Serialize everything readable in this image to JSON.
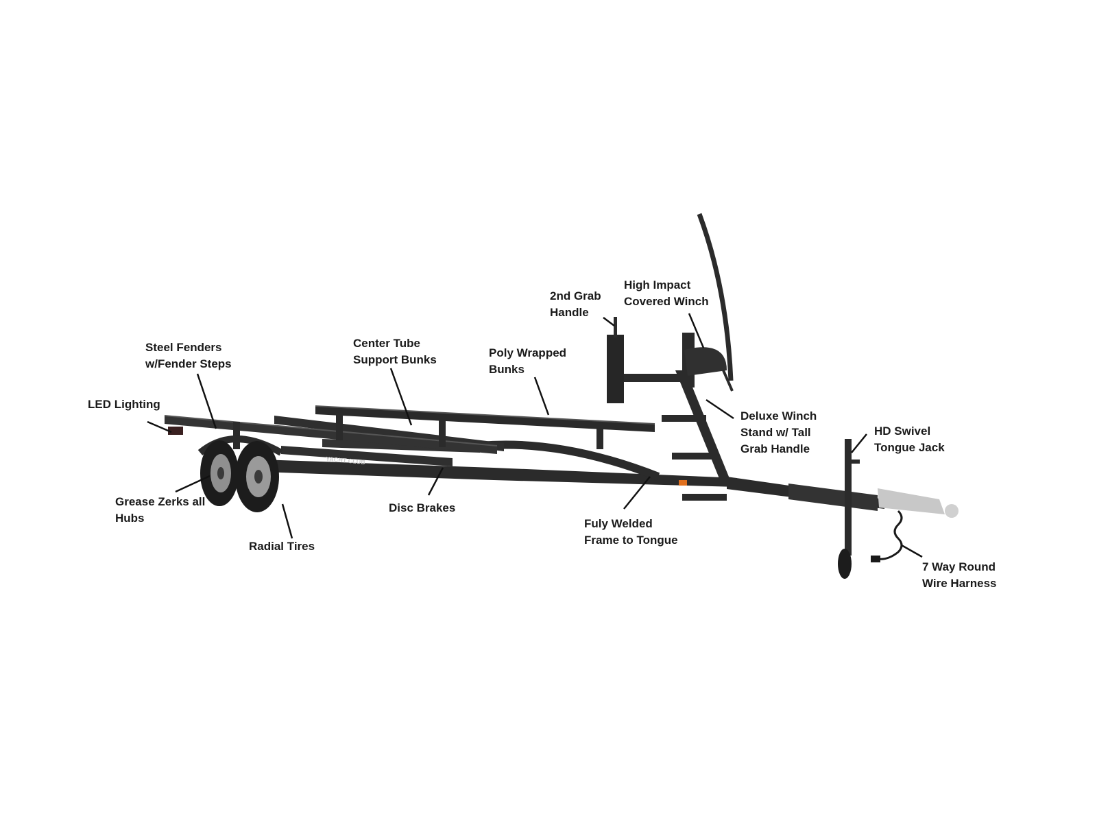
{
  "colors": {
    "background": "#ffffff",
    "frame": "#2b2b2b",
    "frame_highlight": "#4a4a4a",
    "leader_line": "#111111",
    "label_text": "#1a1a1a",
    "reflector": "#e0701e",
    "rim": "#9a9a9a",
    "coupler": "#c8c8c8"
  },
  "logo_text": "YACHT CLUB",
  "labels": {
    "led_lighting": [
      "LED Lighting"
    ],
    "steel_fenders": [
      "Steel Fenders",
      "w/Fender Steps"
    ],
    "center_tube": [
      "Center Tube",
      "Support Bunks"
    ],
    "poly_wrapped": [
      "Poly Wrapped",
      "Bunks"
    ],
    "second_grab": [
      "2nd Grab",
      "Handle"
    ],
    "high_impact": [
      "High Impact",
      "Covered Winch"
    ],
    "deluxe_winch": [
      "Deluxe Winch",
      "Stand w/ Tall",
      "Grab Handle"
    ],
    "hd_swivel": [
      "HD Swivel",
      "Tongue Jack"
    ],
    "grease_zerks": [
      "Grease Zerks all",
      "Hubs"
    ],
    "radial_tires": [
      "Radial Tires"
    ],
    "disc_brakes": [
      "Disc Brakes"
    ],
    "fully_welded": [
      "Fuly Welded",
      "Frame to Tongue"
    ],
    "wire_harness": [
      "7 Way Round",
      "Wire Harness"
    ]
  }
}
